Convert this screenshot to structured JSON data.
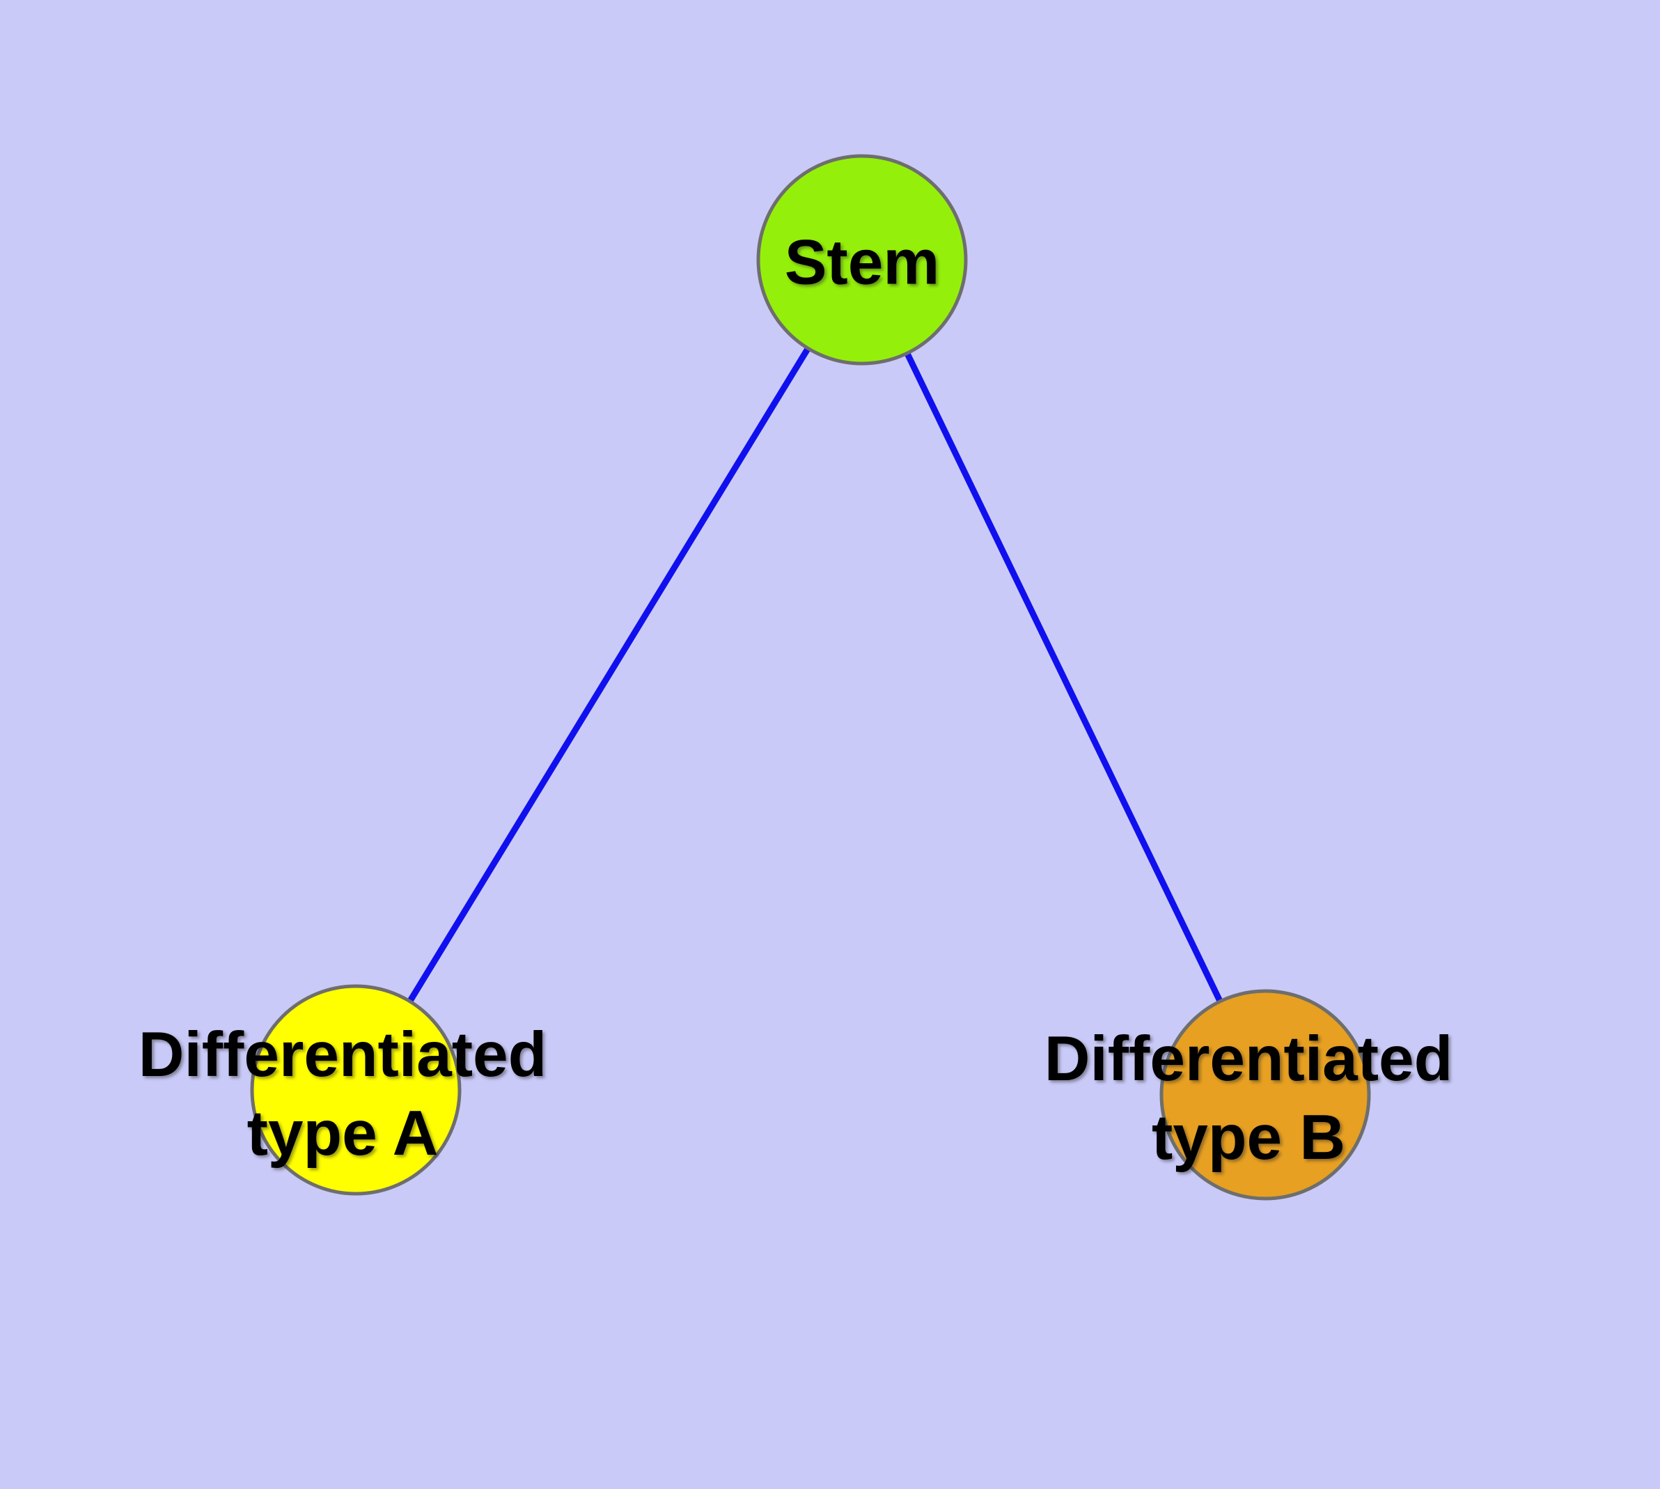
{
  "diagram": {
    "background_color": "#CACAF8",
    "edge_color": "#1010EE",
    "node_border_color": "#6E6E6E",
    "text_color": "#000000",
    "nodes": [
      {
        "id": "stem",
        "label": "Stem",
        "fill": "#94F00A"
      },
      {
        "id": "differentiated-type-a",
        "label_line1": "Differentiated",
        "label_line2": "type A",
        "fill": "#FFFF00"
      },
      {
        "id": "differentiated-type-b",
        "label_line1": "Differentiated",
        "label_line2": "type B",
        "fill": "#E7A021"
      }
    ],
    "edges": [
      {
        "from": "stem",
        "to": "differentiated-type-a"
      },
      {
        "from": "stem",
        "to": "differentiated-type-b"
      }
    ]
  }
}
